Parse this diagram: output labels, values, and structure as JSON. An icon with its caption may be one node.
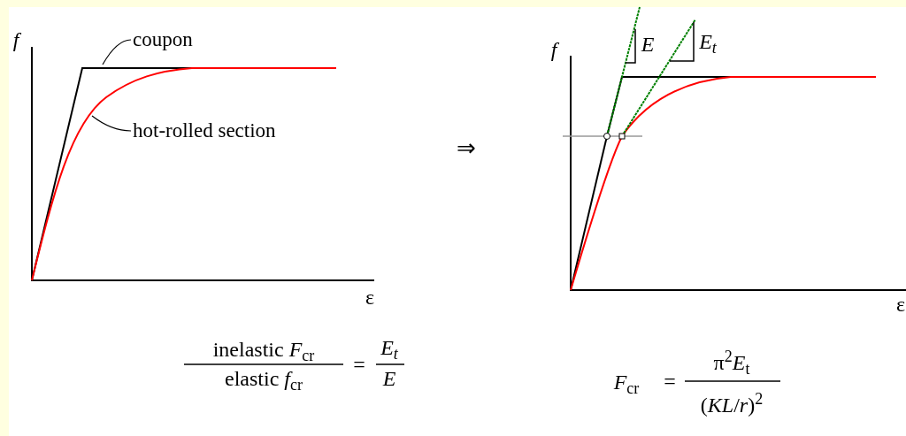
{
  "diagram": {
    "nodes": [
      {
        "text": [
          "coupon"
        ]
      },
      {
        "text": [
          "hot-rolled section"
        ]
      }
    ],
    "edges": [
      {
        "from": 0,
        "to": null,
        "arrow": "none"
      },
      {
        "from": 1,
        "to": null,
        "arrow": "none"
      }
    ],
    "labels": [
      "f",
      "ε",
      "⇒",
      "f",
      "E",
      "E$_{t}$",
      "ε",
      "inelastic *F*$_{cr}$",
      "elastic *f*$_{cr}$",
      "=",
      "E$_{t}$",
      "E",
      "*F*$_{cr}$",
      "=",
      "π$^{2}$*E*$_{t}$",
      "(*KL*/*r*)$^{2}$"
    ]
  }
}
